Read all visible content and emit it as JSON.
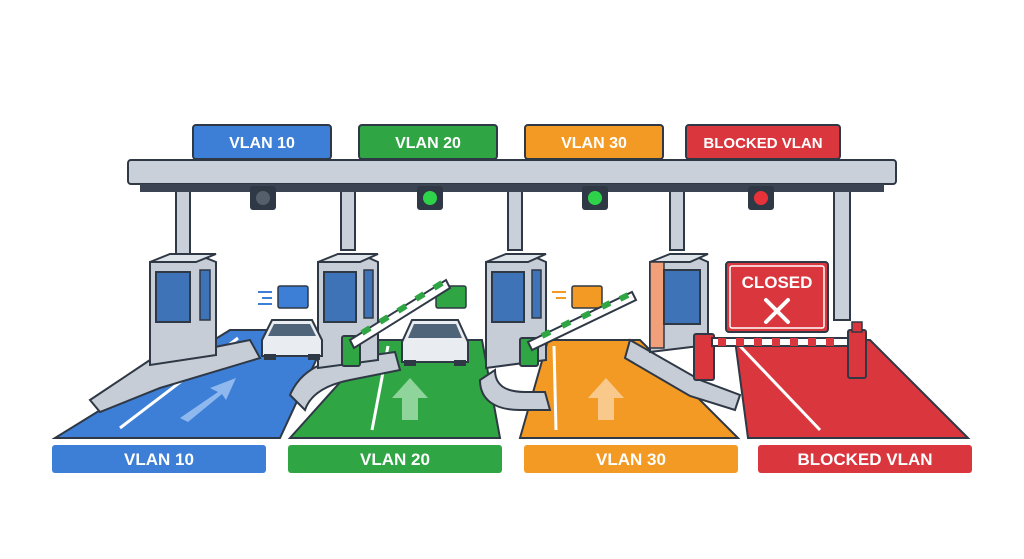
{
  "top_signs": [
    {
      "text": "VLAN 10",
      "color": "#3d7fd6"
    },
    {
      "text": "VLAN 20",
      "color": "#2fa544"
    },
    {
      "text": "VLAN 30",
      "color": "#f39a24"
    },
    {
      "text": "BLOCKED VLAN",
      "color": "#d9363e"
    }
  ],
  "bottom_labels": [
    {
      "text": "VLAN 10",
      "color": "#3d7fd6"
    },
    {
      "text": "VLAN 20",
      "color": "#2fa544"
    },
    {
      "text": "VLAN 30",
      "color": "#f39a24"
    },
    {
      "text": "BLOCKED VLAN",
      "color": "#d9363e"
    }
  ],
  "signal_lights": [
    "off",
    "green",
    "green",
    "red"
  ],
  "closed_sign": {
    "text": "CLOSED",
    "icon": "x-icon"
  },
  "colors": {
    "canopy": "#c9d0d9",
    "canopy_dark": "#3b4452",
    "booth": "#c7cdd6",
    "booth_orange": "#f2a07a",
    "outline": "#2f3845"
  }
}
